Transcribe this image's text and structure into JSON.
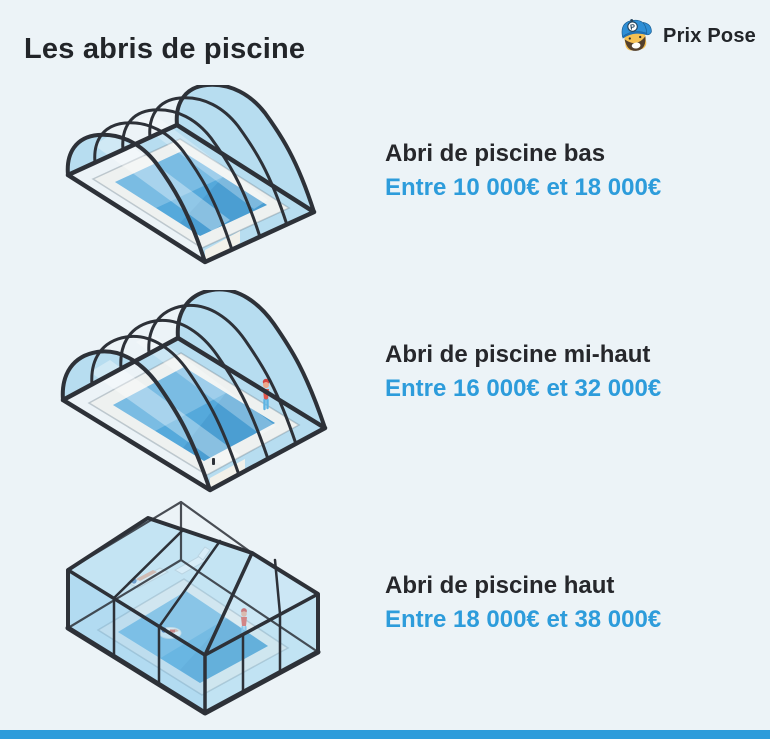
{
  "meta": {
    "background_color": "#ecf3f7",
    "accent_color": "#2d9cdb",
    "ink_color": "#26272b",
    "outline_color": "#2d3138"
  },
  "header": {
    "title": "Les abris de piscine",
    "brand_name": "Prix Pose",
    "brand_icon": "prixpose-mascot-icon"
  },
  "items": [
    {
      "label": "Abri de piscine bas",
      "price": "Entre 10 000€ et 18 000€",
      "illustration": "low-pool-enclosure"
    },
    {
      "label": "Abri de piscine mi-haut",
      "price": "Entre 16 000€ et 32 000€",
      "illustration": "mid-height-pool-enclosure"
    },
    {
      "label": "Abri de piscine haut",
      "price": "Entre 18 000€ et 38 000€",
      "illustration": "high-pool-enclosure"
    }
  ],
  "footer": {
    "bar_color": "#2d9cdb"
  }
}
